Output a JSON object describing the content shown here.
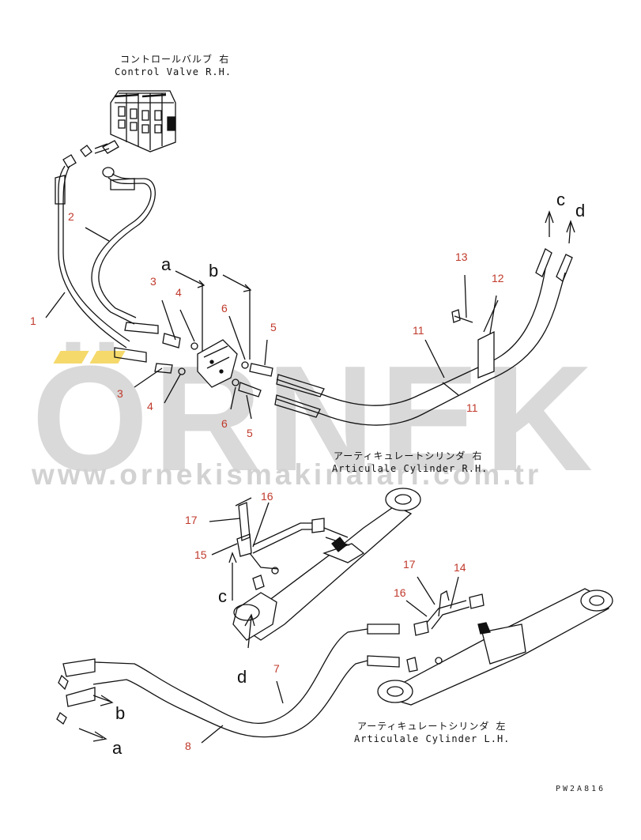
{
  "labels": {
    "control_valve_jp": "コントロールバルブ 右",
    "control_valve_en": "Control Valve R.H.",
    "artic_rh_jp": "アーティキュレートシリンダ 右",
    "artic_rh_en": "Articulale Cylinder R.H.",
    "artic_lh_jp": "アーティキュレートシリンダ 左",
    "artic_lh_en": "Articulale Cylinder L.H."
  },
  "part_numbers": {
    "p1": "1",
    "p2": "2",
    "p3a": "3",
    "p4a": "4",
    "p3b": "3",
    "p4b": "4",
    "p6a": "6",
    "p5a": "5",
    "p6b": "6",
    "p5b": "5",
    "p11a": "11",
    "p11b": "11",
    "p12": "12",
    "p13": "13",
    "p16a": "16",
    "p17a": "17",
    "p15": "15",
    "p17b": "17",
    "p14": "14",
    "p16b": "16",
    "p7": "7",
    "p8": "8"
  },
  "pointers": {
    "a_top": "a",
    "b_top": "b",
    "c_top": "c",
    "d_top": "d",
    "c_mid": "c",
    "d_mid": "d",
    "b_low": "b",
    "a_low": "a"
  },
  "watermark": {
    "brand": "ÖRNEK",
    "url": "www.ornekismakinalari.com.tr"
  },
  "drawing_code": "PW2A816"
}
